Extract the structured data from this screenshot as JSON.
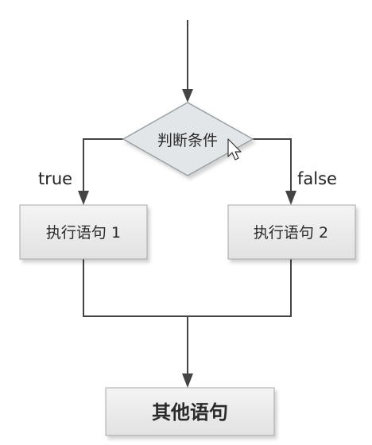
{
  "diagram": {
    "condition_label": "判断条件",
    "branch_true_label": "true",
    "branch_false_label": "false",
    "statement1_label": "执行语句 1",
    "statement2_label": "执行语句 2",
    "other_statement_label": "其他语句"
  },
  "colors": {
    "line": "#444444",
    "diamond_fill": "#e2e6e8",
    "diamond_stroke": "#9aa2a6",
    "box_fill": "#ececec",
    "box_stroke": "#a8a8a8"
  }
}
